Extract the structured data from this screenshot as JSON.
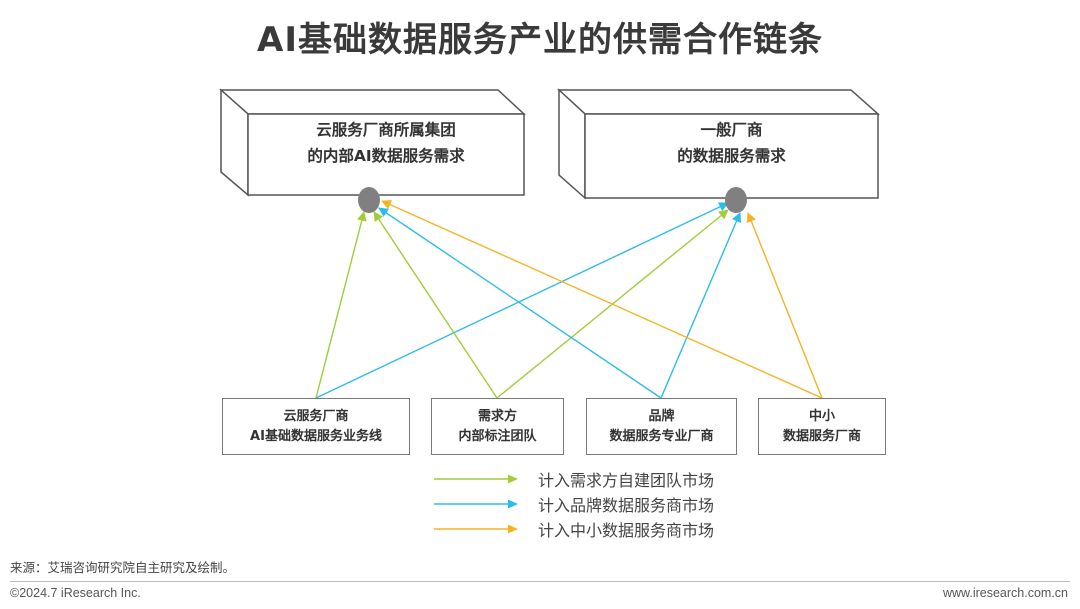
{
  "title": "AI基础数据服务产业的供需合作链条",
  "demand_boxes": [
    {
      "line1": "云服务厂商所属集团",
      "line2": "的内部AI数据服务需求"
    },
    {
      "line1": "一般厂商",
      "line2": "的数据服务需求"
    }
  ],
  "supply_boxes": [
    {
      "line1": "云服务厂商",
      "line2": "AI基础数据服务业务线"
    },
    {
      "line1": "需求方",
      "line2": "内部标注团队"
    },
    {
      "line1": "品牌",
      "line2": "数据服务专业厂商"
    },
    {
      "line1": "中小",
      "line2": "数据服务厂商"
    }
  ],
  "legend": [
    {
      "label": "计入需求方自建团队市场",
      "color": "#a3cc3a"
    },
    {
      "label": "计入品牌数据服务商市场",
      "color": "#2bbde8"
    },
    {
      "label": "计入中小数据服务商市场",
      "color": "#f5b324"
    }
  ],
  "node_color": "#808080",
  "source_note": "来源：艾瑞咨询研究院自主研究及绘制。",
  "footer": {
    "copyright": "©2024.7 iResearch Inc.",
    "website": "www.iresearch.com.cn"
  }
}
